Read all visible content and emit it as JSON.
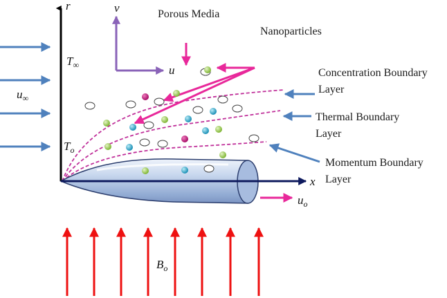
{
  "labels": {
    "porous_media": "Porous Media",
    "nanoparticles": "Nanoparticles",
    "concentration_bl_line1": "Concentration Boundary",
    "concentration_bl_line2": "Layer",
    "thermal_bl_line1": "Thermal Boundary",
    "thermal_bl_line2": "Layer",
    "momentum_bl_line1": "Momentum Boundary",
    "momentum_bl_line2": "Layer"
  },
  "symbols": {
    "r_axis": "r",
    "x_axis": "x",
    "v_velocity": "v",
    "u_velocity": "u",
    "T_inf_base": "T",
    "T_inf_sub": "∞",
    "T_o_base": "T",
    "T_o_sub": "o",
    "u_inf_base": "u",
    "u_inf_sub": "∞",
    "u_o_base": "u",
    "u_o_sub": "o",
    "B_o_base": "B",
    "B_o_sub": "o"
  },
  "colors": {
    "free_stream_arrow": "#4f81bd",
    "magnetic_field_arrow": "#ee1111",
    "pointer_arrow": "#e8289a",
    "boundary_layer_curve": "#c0309a",
    "velocity_axes": "#8a63b8",
    "x_axis": "#0e1a5e",
    "r_axis": "#000000",
    "nanoparticle_green": "#8dc63f",
    "nanoparticle_cyan": "#1fa3c8",
    "nanoparticle_magenta": "#c4127a"
  }
}
